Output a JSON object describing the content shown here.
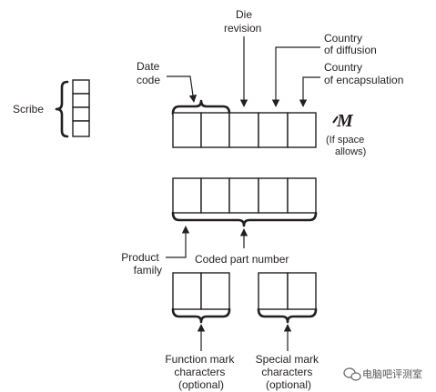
{
  "labels": {
    "scribe": "Scribe",
    "date_code": [
      "Date",
      "code"
    ],
    "die_revision": [
      "Die",
      "revision"
    ],
    "country_diffusion": [
      "Country",
      "of diffusion"
    ],
    "country_encapsulation": [
      "Country",
      "of encapsulation"
    ],
    "logo_note": [
      "(If space",
      "allows)"
    ],
    "product_family": [
      "Product",
      "family"
    ],
    "coded_part_number": "Coded part number",
    "function_mark": [
      "Function mark",
      "characters",
      "(optional)"
    ],
    "special_mark": [
      "Special mark",
      "characters",
      "(optional)"
    ]
  },
  "logo": {
    "icon": "motorola-logo-icon",
    "text": "M"
  },
  "watermark": {
    "icon": "wechat-icon",
    "text": "电脑吧评测室"
  },
  "colors": {
    "ink": "#231f20",
    "background": "#ffffff"
  }
}
